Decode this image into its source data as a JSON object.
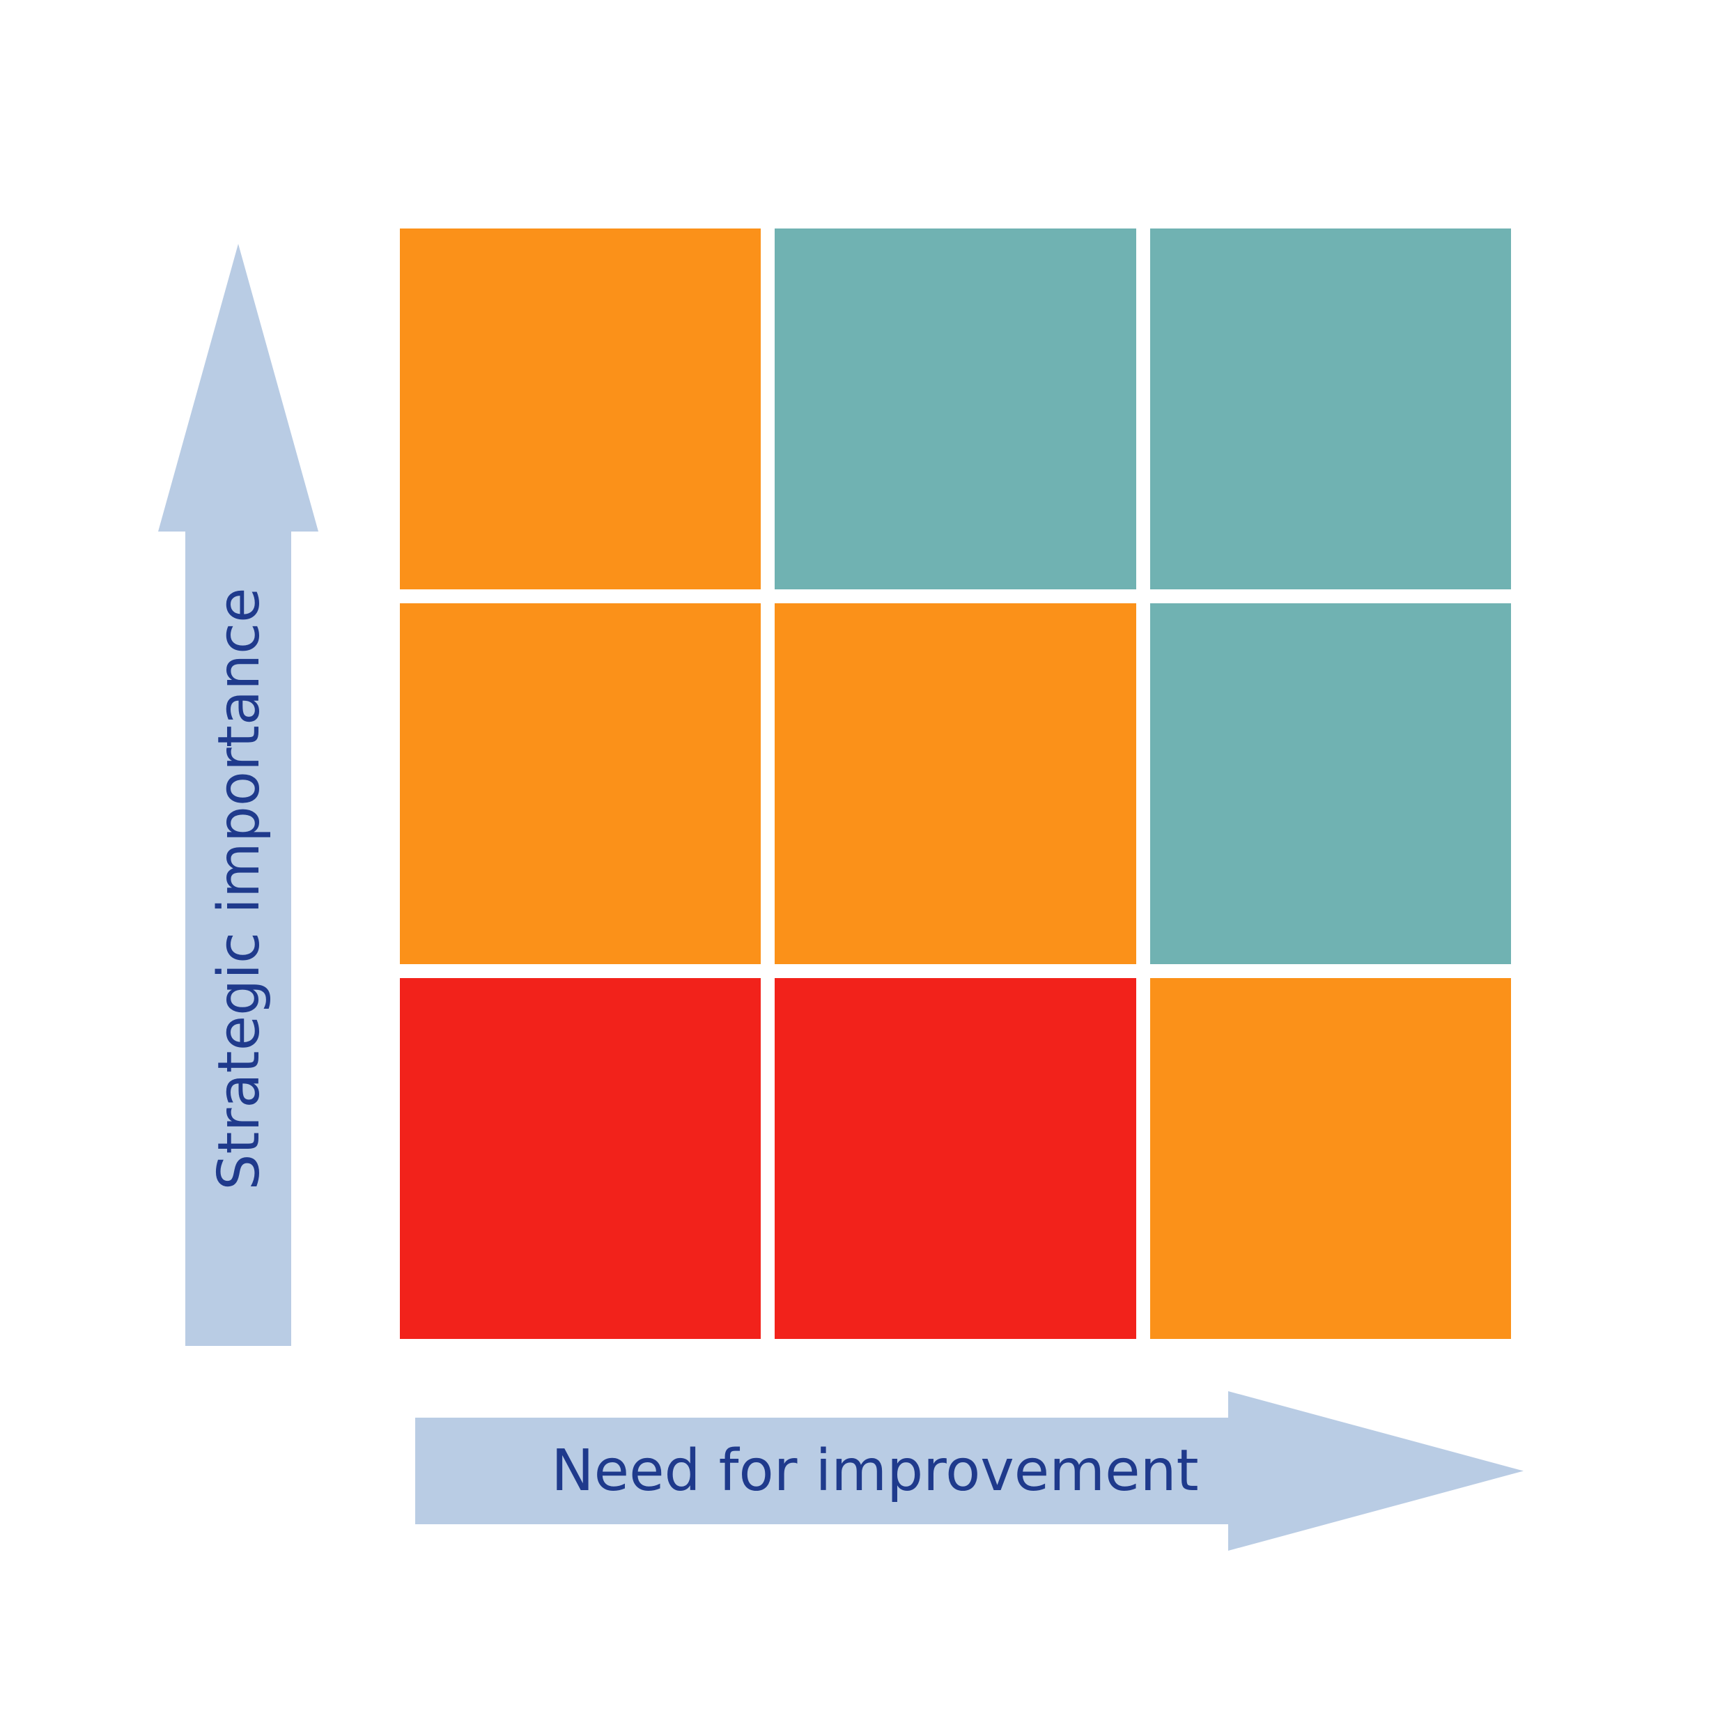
{
  "axes": {
    "x": {
      "label": "Need for improvement",
      "direction": "right"
    },
    "y": {
      "label": "Strategic importance",
      "direction": "up"
    }
  },
  "palette": {
    "orange": "#FB9119",
    "teal": "#70B2B2",
    "red": "#F2221B",
    "arrow": "#B9CCE4",
    "label_text": "#1F3A8C",
    "background": "#FFFFFF"
  },
  "matrix": {
    "rows": 3,
    "cols": 3,
    "cells": [
      {
        "row": 1,
        "col": 1,
        "color_name": "orange",
        "hex": "#FB9119"
      },
      {
        "row": 1,
        "col": 2,
        "color_name": "teal",
        "hex": "#70B2B2"
      },
      {
        "row": 1,
        "col": 3,
        "color_name": "teal",
        "hex": "#70B2B2"
      },
      {
        "row": 2,
        "col": 1,
        "color_name": "orange",
        "hex": "#FB9119"
      },
      {
        "row": 2,
        "col": 2,
        "color_name": "orange",
        "hex": "#FB9119"
      },
      {
        "row": 2,
        "col": 3,
        "color_name": "teal",
        "hex": "#70B2B2"
      },
      {
        "row": 3,
        "col": 1,
        "color_name": "red",
        "hex": "#F2221B"
      },
      {
        "row": 3,
        "col": 2,
        "color_name": "red",
        "hex": "#F2221B"
      },
      {
        "row": 3,
        "col": 3,
        "color_name": "orange",
        "hex": "#FB9119"
      }
    ]
  }
}
